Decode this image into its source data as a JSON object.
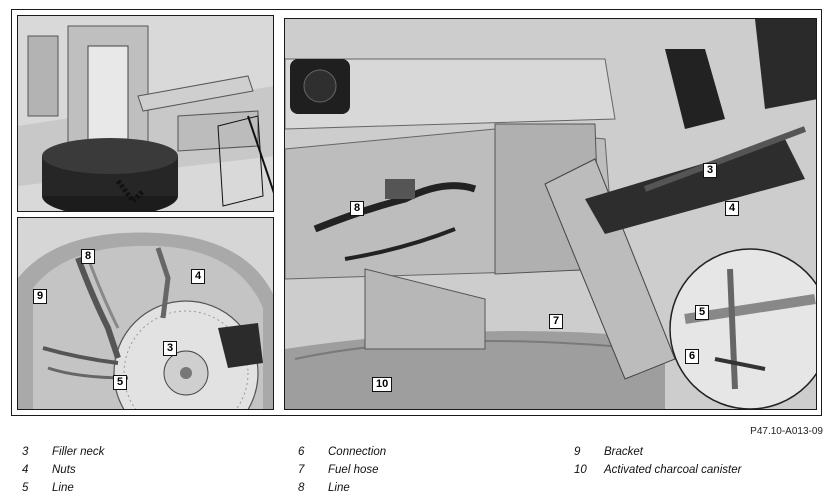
{
  "reference_code": "P47.10-A013-09",
  "callouts": {
    "left_bottom": [
      "8",
      "4",
      "9",
      "3",
      "5"
    ],
    "main": [
      "3",
      "4",
      "8",
      "5",
      "7",
      "6",
      "10"
    ]
  },
  "legend": [
    {
      "num": "3",
      "label": "Filler neck"
    },
    {
      "num": "4",
      "label": "Nuts"
    },
    {
      "num": "5",
      "label": "Line"
    },
    {
      "num": "6",
      "label": "Connection"
    },
    {
      "num": "7",
      "label": "Fuel hose"
    },
    {
      "num": "8",
      "label": "Line"
    },
    {
      "num": "9",
      "label": "Bracket"
    },
    {
      "num": "10",
      "label": "Activated charcoal canister"
    }
  ]
}
